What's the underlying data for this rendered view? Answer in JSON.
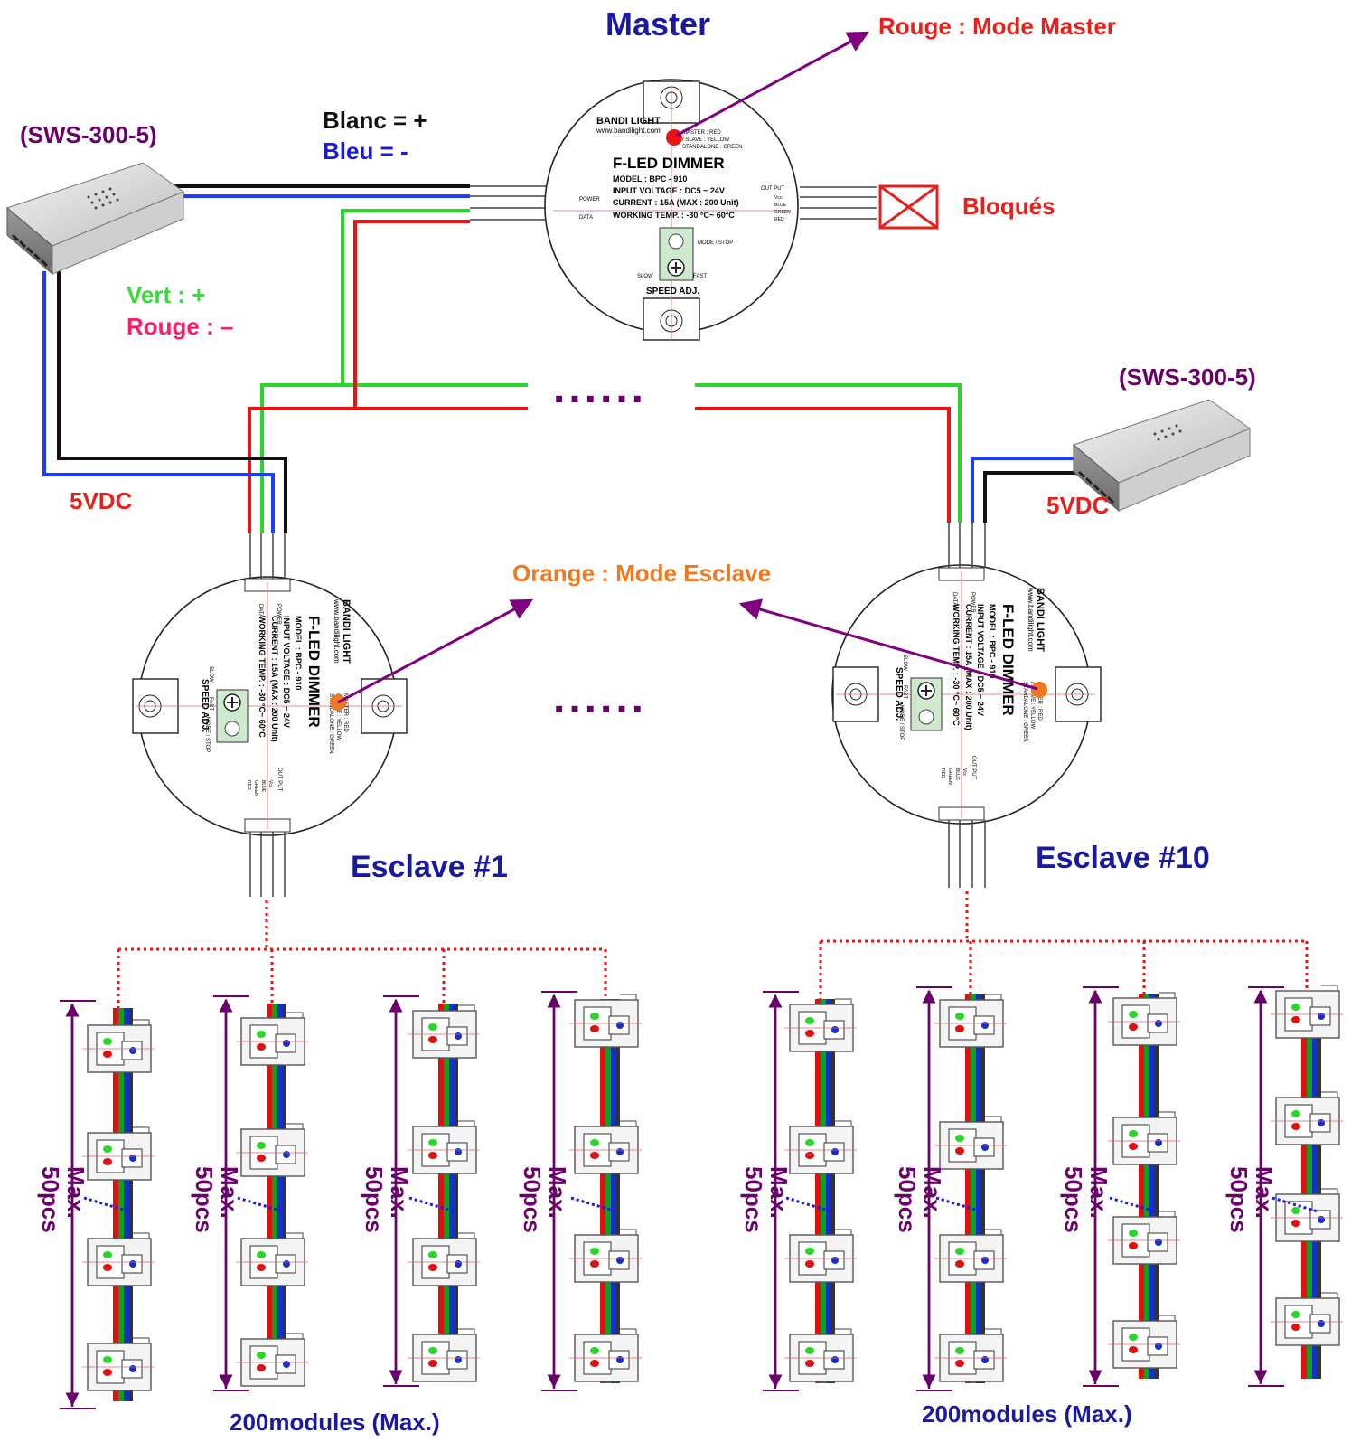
{
  "colors": {
    "purple": "#6a006a",
    "navy": "#1a1aa0",
    "red": "#e8201c",
    "orange": "#f07820",
    "green_label": "#33dd33",
    "pink_label": "#ff1a6a",
    "blue_label": "#1a1adf",
    "wire_black": "#111111",
    "wire_blue": "#1e3cff",
    "wire_green": "#2ad62a",
    "wire_red": "#ee1111",
    "arrow_purple": "#800080"
  },
  "labels": {
    "master": "Master",
    "rouge_mode_master": "Rouge : Mode Master",
    "psu_left": "(SWS-300-5)",
    "psu_right": "(SWS-300-5)",
    "blanc": "Blanc = +",
    "bleu": "Bleu = -",
    "bloques": "Bloqués",
    "vert": "Vert : +",
    "rouge_minus": "Rouge :  –",
    "vdc_left": "5VDC",
    "vdc_right": "5VDC",
    "orange_mode": "Orange : Mode Esclave",
    "esclave1": "Esclave #1",
    "esclave10": "Esclave #10",
    "ellipsis_top": "......",
    "ellipsis_mid": "......",
    "modules_left": "200modules (Max.)",
    "modules_right": "200modules (Max.)"
  },
  "strip_label": {
    "line1": "Max.",
    "line2": "50pcs"
  },
  "device": {
    "brand": "BANDI LIGHT",
    "url": "www.bandilight.com",
    "name": "F-LED DIMMER",
    "model": "MODEL : BPC - 910",
    "voltage": "INPUT VOLTAGE : DC5 ~ 24V",
    "current": "CURRENT : 15A  (MAX : 200 Unit)",
    "temp": "WORKING TEMP. : -30 °C~ 60°C",
    "modes": [
      "MASTER : RED",
      "/ SLAVE : YELLOW",
      "STANDALONE : GREEN"
    ],
    "power": "POWER",
    "data": "DATA",
    "output": "OUT PUT",
    "output_pins": [
      "Vcc",
      "BLUE",
      "GREEN",
      "RED"
    ],
    "mode_stop": "MODE / STOP",
    "slow": "SLOW",
    "fast": "FAST",
    "speed": "SPEED ADJ."
  }
}
